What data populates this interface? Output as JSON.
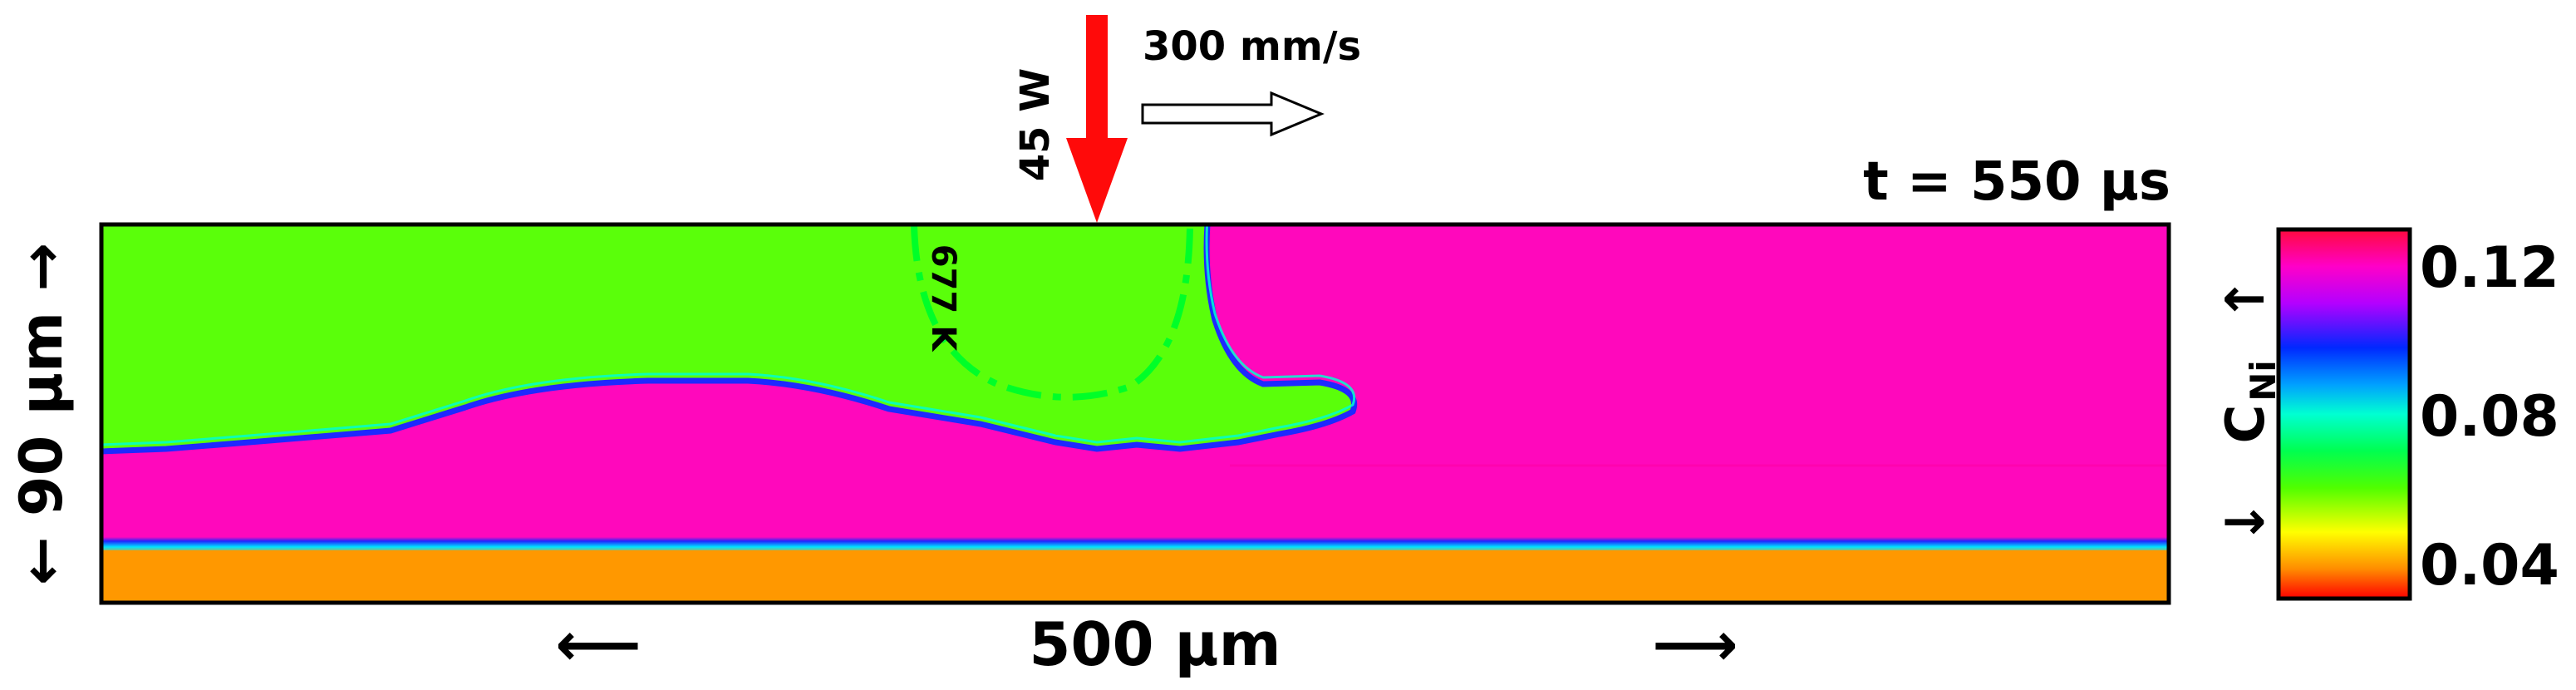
{
  "laser": {
    "power_label": "45 W",
    "speed_label": "300 mm/s",
    "arrow_color": "#ff0a0a"
  },
  "time_label": "t = 550 µs",
  "isotherm_label": "677 K",
  "axes": {
    "height_label": "← 90 µm →",
    "width_label": "500 µm",
    "width_arrow_left": "⟵",
    "width_arrow_right": "⟶"
  },
  "colorbar": {
    "variable_label": "C",
    "variable_subscript": "Ni",
    "arrow_up": "↑",
    "arrow_down": "↓",
    "tick_labels": [
      "0.12",
      "0.08",
      "0.04"
    ],
    "gradient_colors": [
      "#ff0a3c",
      "#ff00c8",
      "#b400ff",
      "#0028ff",
      "#00a0ff",
      "#00ffd2",
      "#00ff50",
      "#50ff00",
      "#ffff00",
      "#ff8c00",
      "#ff0000"
    ]
  },
  "field_colors": {
    "low_ni_phase": "#5aff0a",
    "high_ni_phase": "#ff08bc",
    "substrate": "#ff9800",
    "interface": "#1e28ff",
    "isotherm": "#00ff28"
  }
}
